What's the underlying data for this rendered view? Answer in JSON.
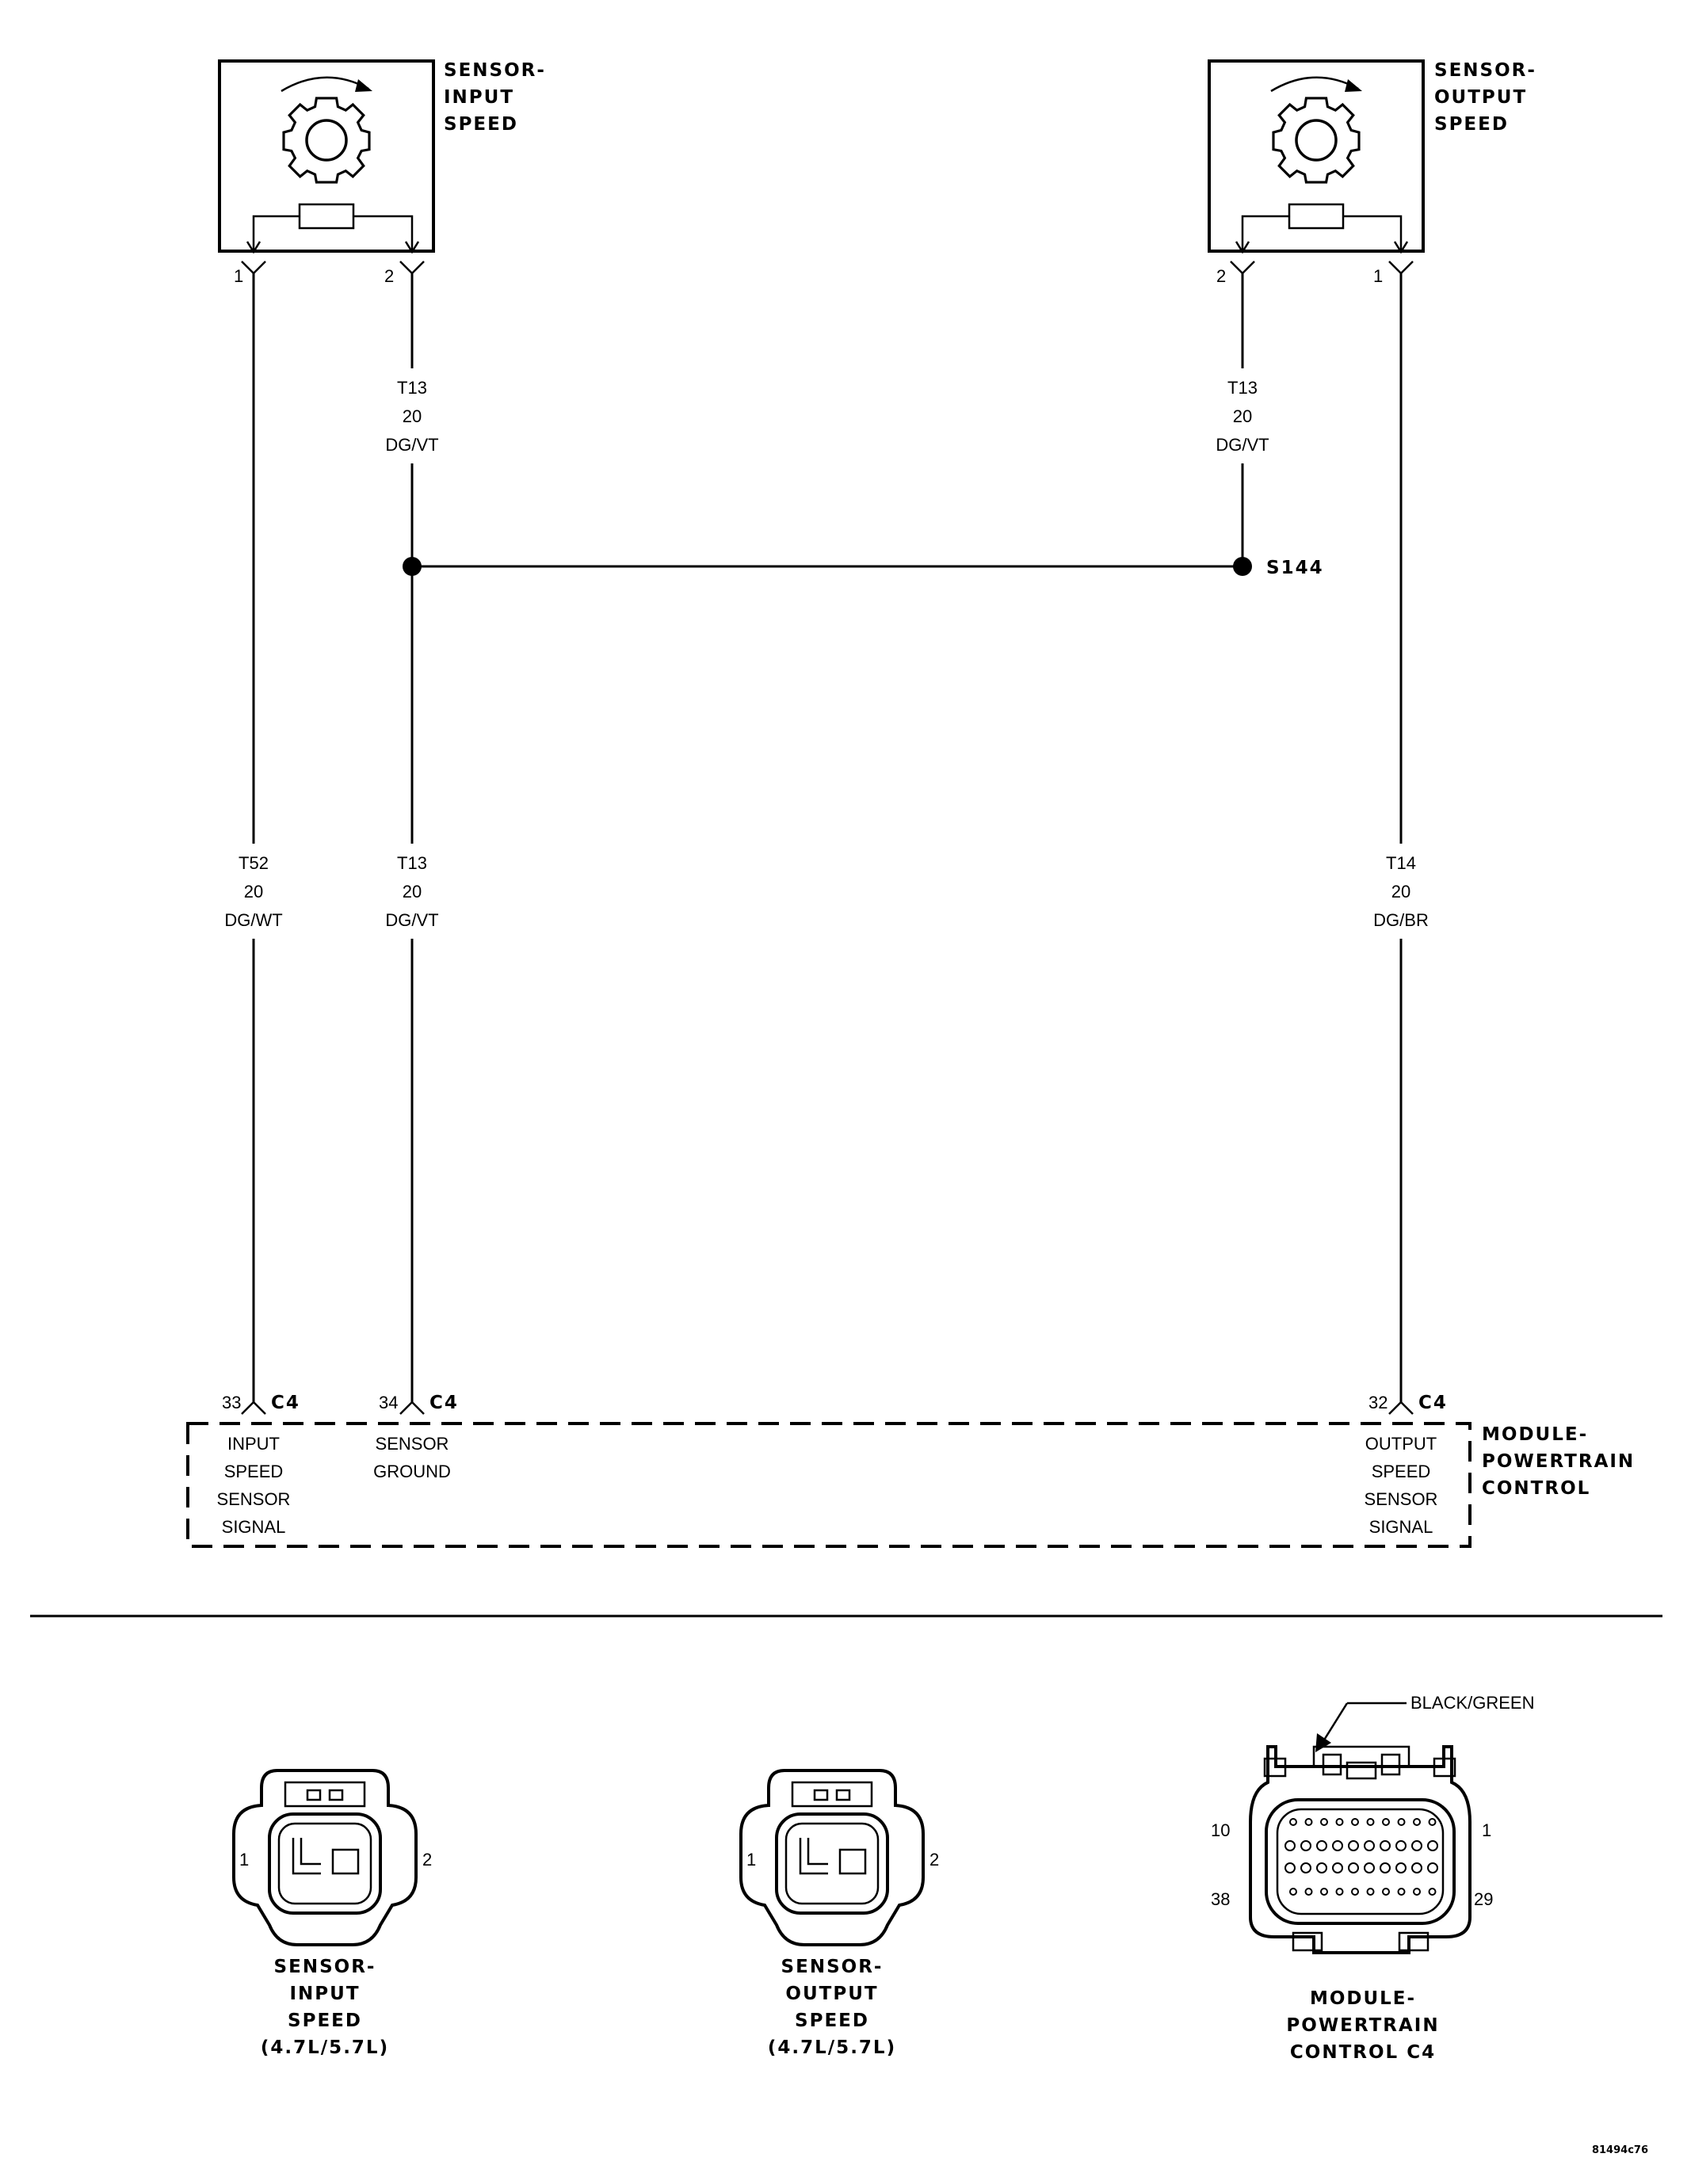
{
  "components": {
    "input_sensor": {
      "name_lines": [
        "SENSOR-",
        "INPUT",
        "SPEED"
      ],
      "pin_left": "1",
      "pin_right": "2"
    },
    "output_sensor": {
      "name_lines": [
        "SENSOR-",
        "OUTPUT",
        "SPEED"
      ],
      "pin_left": "2",
      "pin_right": "1"
    },
    "pcm": {
      "name_lines": [
        "MODULE-",
        "POWERTRAIN",
        "CONTROL"
      ],
      "connector": "C4",
      "pins": [
        {
          "number": "33",
          "connector": "C4",
          "function_lines": [
            "INPUT",
            "SPEED",
            "SENSOR",
            "SIGNAL"
          ]
        },
        {
          "number": "34",
          "connector": "C4",
          "function_lines": [
            "SENSOR",
            "GROUND"
          ]
        },
        {
          "number": "32",
          "connector": "C4",
          "function_lines": [
            "OUTPUT",
            "SPEED",
            "SENSOR",
            "SIGNAL"
          ]
        }
      ]
    }
  },
  "wires": {
    "upper_left": {
      "circuit": "T13",
      "gauge": "20",
      "color": "DG/VT"
    },
    "upper_right": {
      "circuit": "T13",
      "gauge": "20",
      "color": "DG/VT"
    },
    "lower_t52": {
      "circuit": "T52",
      "gauge": "20",
      "color": "DG/WT"
    },
    "lower_t13": {
      "circuit": "T13",
      "gauge": "20",
      "color": "DG/VT"
    },
    "lower_t14": {
      "circuit": "T14",
      "gauge": "20",
      "color": "DG/BR"
    }
  },
  "splice": {
    "label": "S144"
  },
  "connector_views": {
    "input": {
      "caption_lines": [
        "SENSOR-",
        "INPUT",
        "SPEED",
        "(4.7L/5.7L)"
      ],
      "pin_left": "1",
      "pin_right": "2"
    },
    "output": {
      "caption_lines": [
        "SENSOR-",
        "OUTPUT",
        "SPEED",
        "(4.7L/5.7L)"
      ],
      "pin_left": "1",
      "pin_right": "2"
    },
    "pcm": {
      "caption_lines": [
        "MODULE-",
        "POWERTRAIN",
        "CONTROL C4"
      ],
      "callout": "BLACK/GREEN",
      "pin_top_left": "10",
      "pin_top_right": "1",
      "pin_bottom_left": "38",
      "pin_bottom_right": "29"
    }
  },
  "figure_id": "81494c76"
}
